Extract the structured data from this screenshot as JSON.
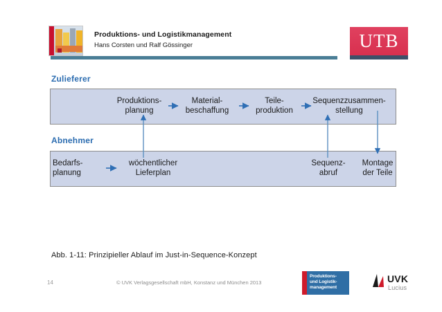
{
  "header": {
    "title": "Produktions- und Logistikmanagement",
    "subtitle": "Hans Corsten und Ralf Gössinger",
    "publisher_logo_text": "UTB",
    "book_logo_icon": "book-cover-icon",
    "rule_color": "#4a7e96",
    "utb_color": "#e0415f"
  },
  "diagram": {
    "band_label_color": "#2b6cb0",
    "band_fill": "#ccd4e8",
    "band_border": "#8e8e8e",
    "arrow_color": "#2f6fb5",
    "supplier": {
      "label": "Zulieferer",
      "nodes": [
        {
          "id": "produktionsplanung",
          "line1": "Produktions-",
          "line2": "planung"
        },
        {
          "id": "materialbeschaffung",
          "line1": "Material-",
          "line2": "beschaffung"
        },
        {
          "id": "teileproduktion",
          "line1": "Teile-",
          "line2": "produktion"
        },
        {
          "id": "sequenzzusammenstellung",
          "line1": "Sequenzzusammen-",
          "line2": "stellung"
        }
      ]
    },
    "customer": {
      "label": "Abnehmer",
      "nodes": [
        {
          "id": "bedarfsplanung",
          "line1": "Bedarfs-",
          "line2": "planung"
        },
        {
          "id": "wochentlicher-lieferplan",
          "line1": "wöchentlicher",
          "line2": "Lieferplan"
        },
        {
          "id": "sequenzabruf",
          "line1": "Sequenz-",
          "line2": "abruf"
        },
        {
          "id": "montage-der-teile",
          "line1": "Montage",
          "line2": "der Teile"
        }
      ]
    }
  },
  "caption": "Abb. 1-11: Prinzipieller Ablauf im Just-in-Sequence-Konzept",
  "footer": {
    "page_number": "14",
    "copyright": "© UVK Verlagsgesellschaft mbH, Konstanz und München 2013",
    "book_cover_line1": "Produktions-",
    "book_cover_line2": "und Logistik-",
    "book_cover_line3": "management",
    "uvk_name": "UVK",
    "uvk_sub": "Lucius"
  }
}
